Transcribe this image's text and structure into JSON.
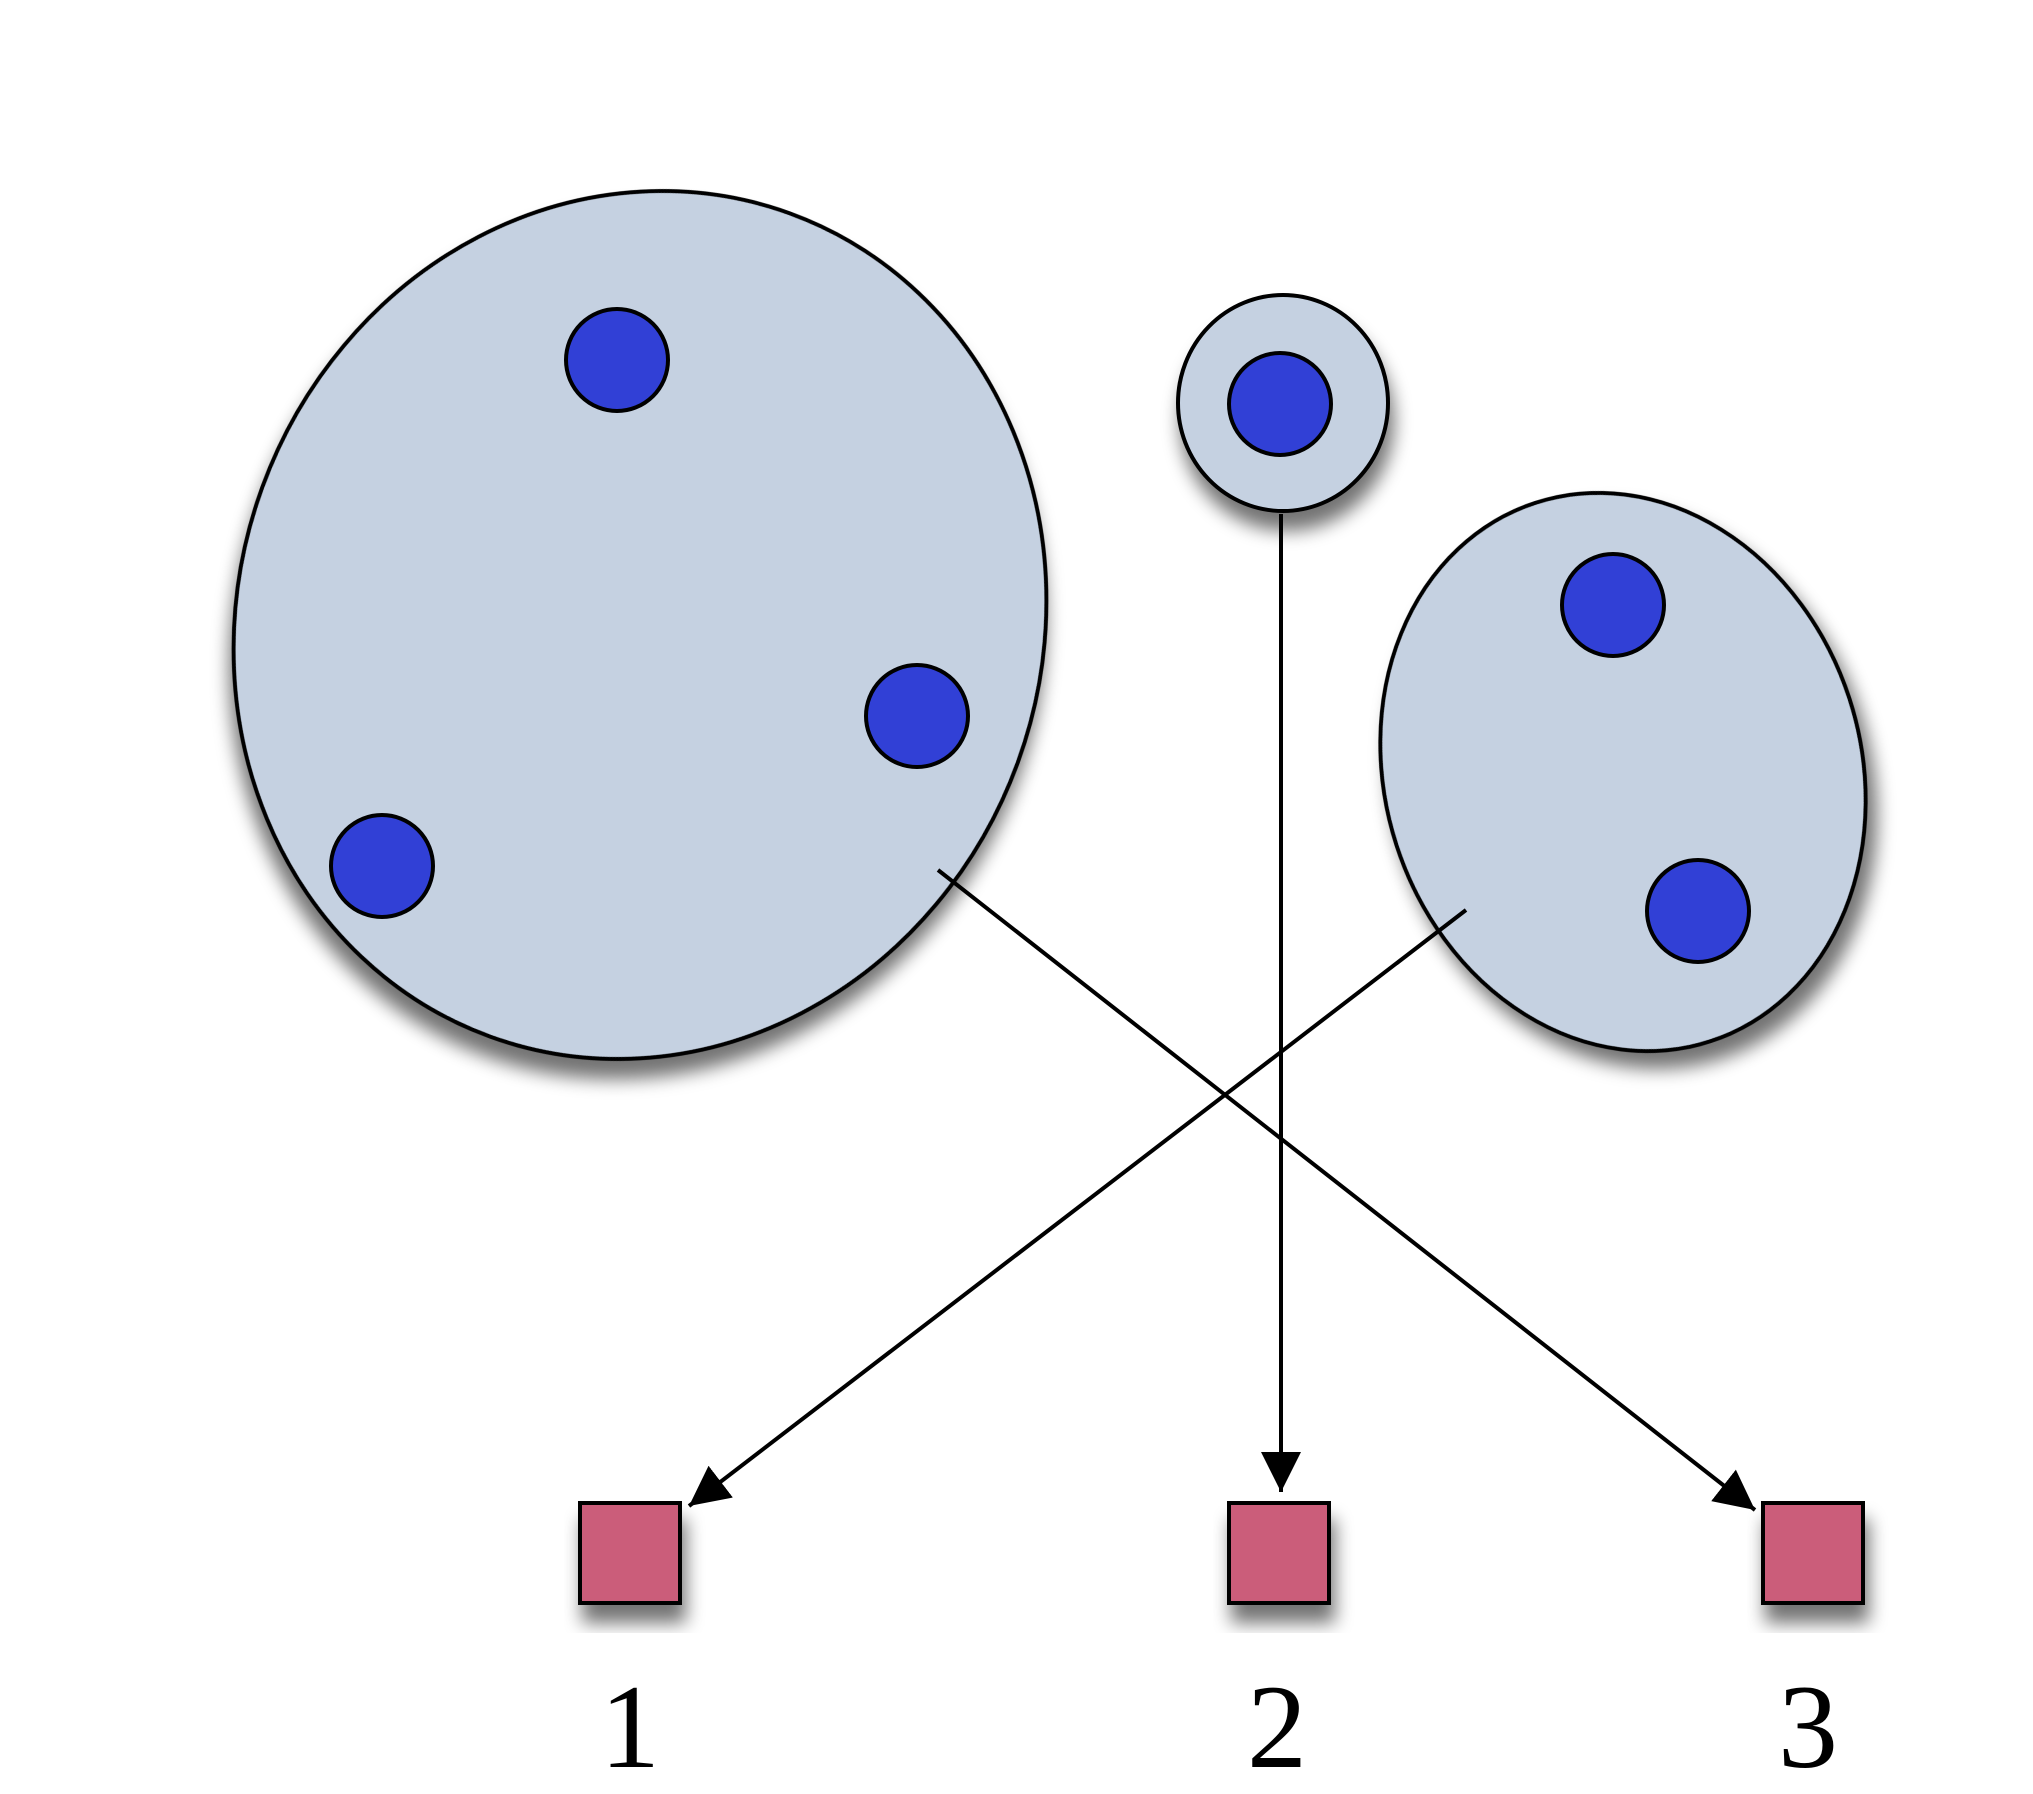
{
  "diagram": {
    "bins": [
      {
        "label": "1"
      },
      {
        "label": "2"
      },
      {
        "label": "3"
      }
    ],
    "colors": {
      "cluster_fill": "#c5d1e1",
      "member_fill": "#3140d6",
      "bin_fill": "#cb5d7a",
      "outline": "#000000"
    }
  }
}
